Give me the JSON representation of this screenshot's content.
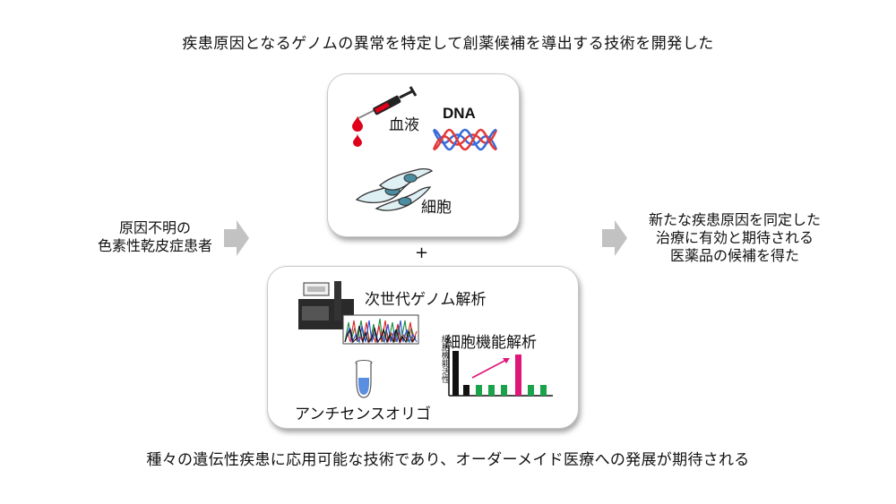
{
  "headline": "疾患原因となるゲノムの異常を特定して創薬候補を導出する技術を開発した",
  "left_box": {
    "line1": "原因不明の",
    "line2": "色素性乾皮症患者"
  },
  "samples_box": {
    "blood_label": "血液",
    "dna_label": "DNA",
    "cell_label": "細胞"
  },
  "plus_sign": "+",
  "methods_box": {
    "ngs_label": "次世代ゲノム解析",
    "assay_label": "細胞機能解析",
    "antisense_label": "アンチセンスオリゴ",
    "chart_ylabel": "細胞機能活性"
  },
  "right_box": {
    "line1": "新たな疾患原因を同定した",
    "line2": "治療に有効と期待される",
    "line3": "医薬品の候補を得た"
  },
  "footer": "種々の遺伝性疾患に応用可能な技術であり、オーダーメイド医療への発展が期待される",
  "colors": {
    "arrow_gray": "#c2c2c2",
    "blood_red": "#e0001b",
    "dna_blue": "#3a6bd6",
    "dna_red": "#e23a3a",
    "cell_teal": "#4a8da0",
    "bar_black": "#111111",
    "bar_green": "#1aa34a",
    "bar_magenta": "#e0157a"
  },
  "icons": [
    "syringe-icon",
    "blood-drop-icon",
    "dna-helix-icon",
    "cells-icon",
    "sequencer-icon",
    "chromatogram-icon",
    "test-tube-icon",
    "bar-chart-icon",
    "arrow-right-icon"
  ]
}
